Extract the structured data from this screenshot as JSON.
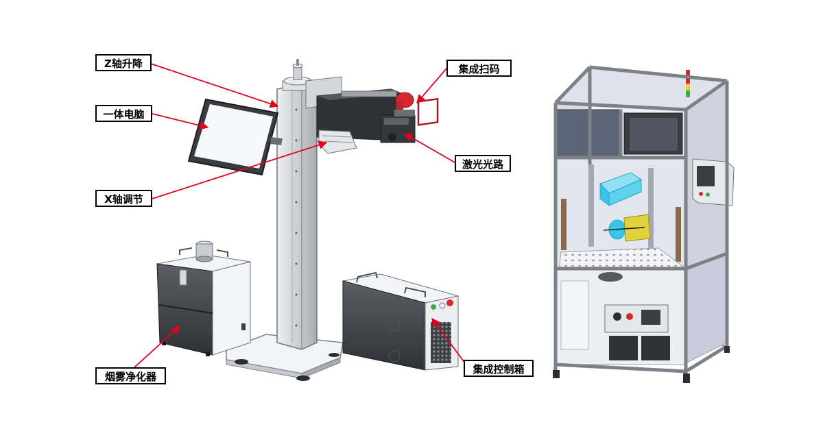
{
  "labels": {
    "z_axis": "Z轴升降",
    "pc": "一体电脑",
    "x_axis": "X轴调节",
    "scanner": "集成扫码",
    "laser_path": "激光光路",
    "fume": "烟雾净化器",
    "control_box": "集成控制箱"
  },
  "colors": {
    "leader_line": "#e3001b",
    "frame": "#b8bcc2",
    "panel_dark": "#3a3d42",
    "glass": "#d9dbe6",
    "cyan_part": "#37c6e6",
    "yellow_plate": "#e0d23a",
    "red_button": "#d7272e",
    "wood_post": "#8a6a48"
  }
}
